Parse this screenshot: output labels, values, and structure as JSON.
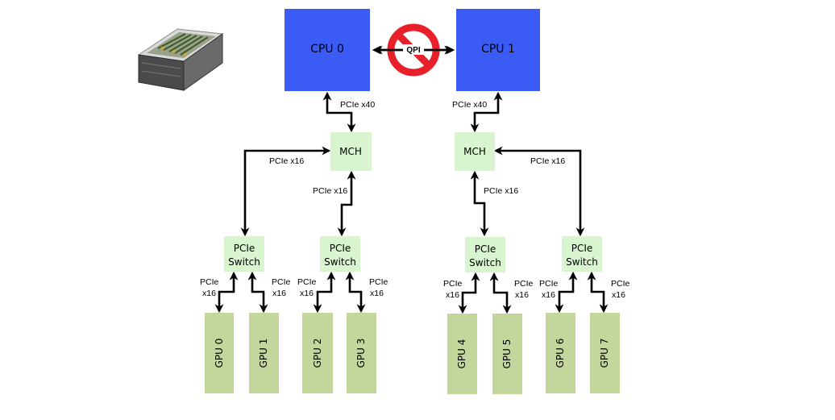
{
  "cpus": [
    {
      "label": "CPU 0"
    },
    {
      "label": "CPU 1"
    }
  ],
  "qpi": {
    "label": "QPI"
  },
  "mch": [
    {
      "label": "MCH"
    },
    {
      "label": "MCH"
    }
  ],
  "switches": [
    {
      "line1": "PCIe",
      "line2": "Switch"
    },
    {
      "line1": "PCIe",
      "line2": "Switch"
    },
    {
      "line1": "PCIe",
      "line2": "Switch"
    },
    {
      "line1": "PCIe",
      "line2": "Switch"
    }
  ],
  "gpus": [
    {
      "label": "GPU 0"
    },
    {
      "label": "GPU 1"
    },
    {
      "label": "GPU 2"
    },
    {
      "label": "GPU 3"
    },
    {
      "label": "GPU 4"
    },
    {
      "label": "GPU 5"
    },
    {
      "label": "GPU 6"
    },
    {
      "label": "GPU 7"
    }
  ],
  "link_labels": {
    "cpu0_mch": "PCIe x40",
    "cpu1_mch": "PCIe x40",
    "mch0_sw0": "PCIe x16",
    "mch0_sw1": "PCIe x16",
    "mch1_sw2": "PCIe x16",
    "mch1_sw3": "PCIe x16",
    "sw_gpu_line1": "PCIe",
    "sw_gpu_line2": "x16"
  },
  "colors": {
    "cpu": "#3a5cf5",
    "mch": "#d8f5d0",
    "switch": "#d8f5d0",
    "gpu": "#c3d69b",
    "qpi_forbidden": "#e8202a"
  },
  "icons": {
    "server": "server-chassis-icon",
    "no_qpi": "prohibited-icon"
  }
}
